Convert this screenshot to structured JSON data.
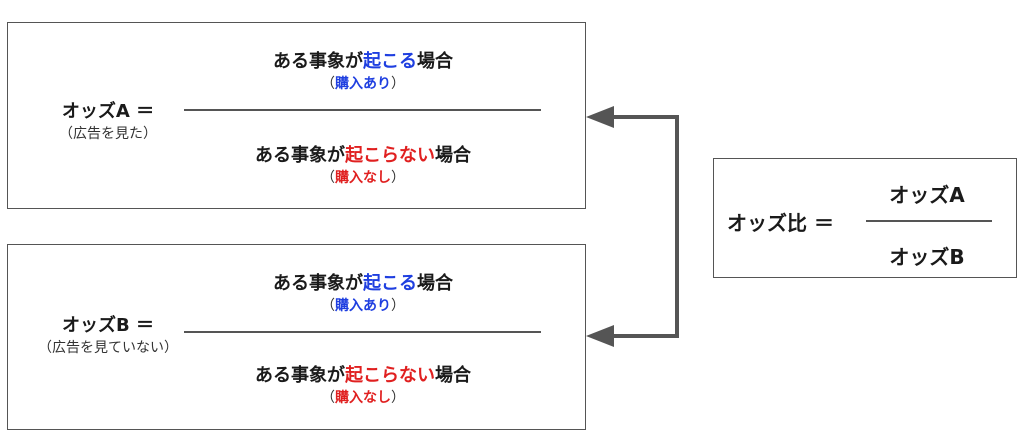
{
  "box_a": {
    "label": "オッズA ＝",
    "label_sub": "（広告を見た）",
    "numerator": {
      "pre": "ある事象が",
      "event": "起こる",
      "post": "場合",
      "sub_open": "（",
      "sub": "購入あり",
      "sub_close": "）"
    },
    "denominator": {
      "pre": "ある事象が",
      "event": "起こらない",
      "post": "場合",
      "sub_open": "（",
      "sub": "購入なし",
      "sub_close": "）"
    }
  },
  "box_b": {
    "label": "オッズB ＝",
    "label_sub": "（広告を見ていない）",
    "numerator": {
      "pre": "ある事象が",
      "event": "起こる",
      "post": "場合",
      "sub_open": "（",
      "sub": "購入あり",
      "sub_close": "）"
    },
    "denominator": {
      "pre": "ある事象が",
      "event": "起こらない",
      "post": "場合",
      "sub_open": "（",
      "sub": "購入なし",
      "sub_close": "）"
    }
  },
  "ratio": {
    "label": "オッズ比 ＝",
    "numerator": "オッズA",
    "denominator": "オッズB"
  },
  "colors": {
    "occur": "#1f3fe0",
    "not_occur": "#e02020",
    "line": "#555555"
  }
}
